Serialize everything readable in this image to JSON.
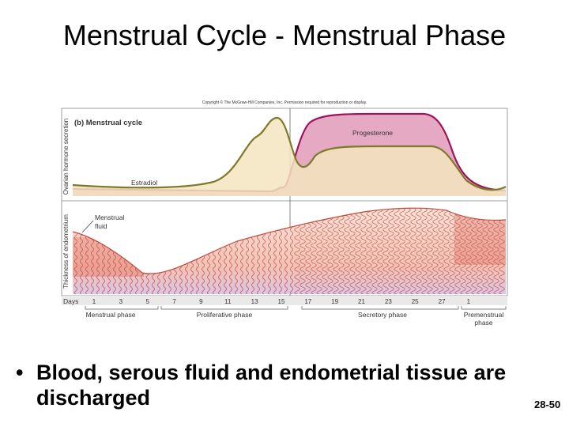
{
  "slide": {
    "title": "Menstrual Cycle - Menstrual Phase",
    "bullet": "Blood, serous fluid and endometrial tissue are discharged",
    "slide_number": "28-50"
  },
  "figure": {
    "copyright": "Copyright © The McGraw-Hill Companies, Inc. Permission required for reproduction or display.",
    "panel_title": "(b) Menstrual cycle",
    "hormone_axis_label": "Ovarian hormone secretion",
    "endometrium_axis_label": "Thickness of endometrium",
    "progesterone_label": "Progesterone",
    "estradiol_label": "Estradiol",
    "menstrual_fluid_label_line1": "Menstrual",
    "menstrual_fluid_label_line2": "fluid",
    "days_label": "Days",
    "day_ticks": [
      "1",
      "3",
      "5",
      "7",
      "9",
      "11",
      "13",
      "15",
      "17",
      "19",
      "21",
      "23",
      "25",
      "27",
      "1"
    ],
    "phases": {
      "menstrual": "Menstrual phase",
      "proliferative": "Proliferative phase",
      "secretory": "Secretory phase",
      "premenstrual_line1": "Premenstrual",
      "premenstrual_line2": "phase"
    },
    "colors": {
      "estradiol_line": "#7d7a2a",
      "estradiol_fill": "#f3e5c0",
      "progesterone_line": "#a0135a",
      "progesterone_fill": "#e6a9c4",
      "endometrium": "#f7d3c7",
      "gland": "#c24a3e"
    }
  }
}
